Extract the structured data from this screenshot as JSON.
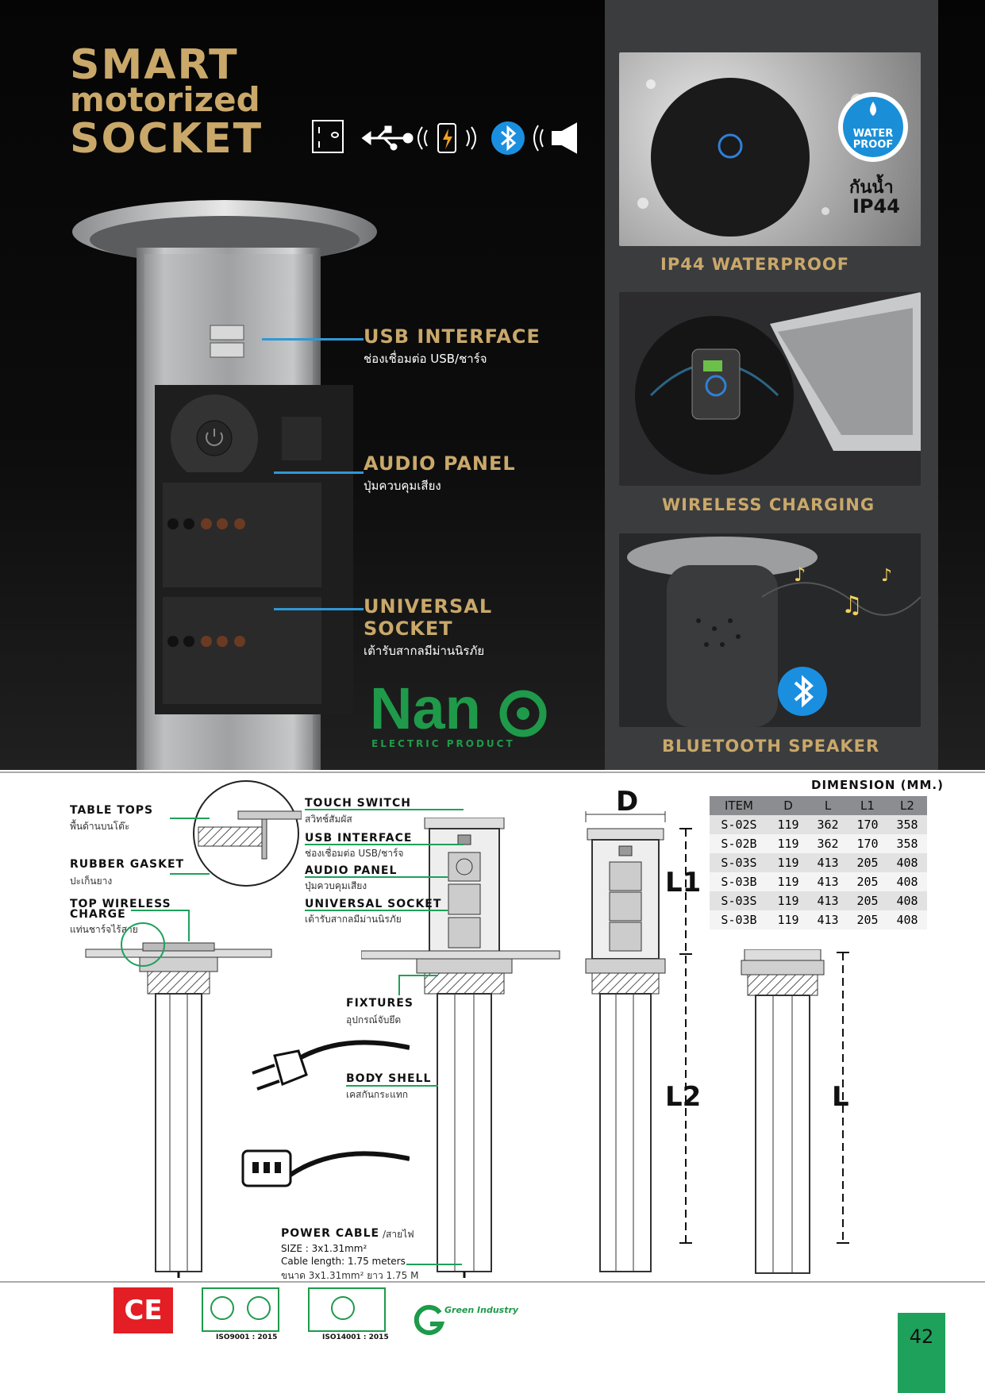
{
  "hero": {
    "title_line1": "SMART",
    "title_line2": "motorized",
    "title_line3": "SOCKET"
  },
  "features": [
    {
      "title": "USB INTERFACE",
      "subtitle": "ช่องเชื่อมต่อ USB/ชาร์จ"
    },
    {
      "title": "AUDIO PANEL",
      "subtitle": "ปุ่มควบคุมเสียง"
    },
    {
      "title_line1": "UNIVERSAL",
      "title_line2": "SOCKET",
      "subtitle": "เต้ารับสากลมีม่านนิรภัย"
    }
  ],
  "brand": {
    "name": "Nan",
    "tagline": "ELECTRIC PRODUCT",
    "color": "#1e9a4a"
  },
  "waterproof_badge": {
    "line1": "WATER",
    "line2": "PROOF",
    "thai": "กันน้ำ",
    "rating": "IP44"
  },
  "photos": {
    "cap1": "IP44 WATERPROOF",
    "cap2": "WIRELESS CHARGING",
    "cap3": "BLUETOOTH SPEAKER"
  },
  "diagram": {
    "table_tops": {
      "title": "TABLE TOPS",
      "sub": "พื้นด้านบนโต๊ะ"
    },
    "rubber_gasket": {
      "title": "RUBBER GASKET",
      "sub": "ปะเก็นยาง"
    },
    "top_wireless": {
      "title1": "TOP WIRELESS",
      "title2": "CHARGE",
      "sub": "แท่นชาร์จไร้สาย"
    },
    "touch_switch": {
      "title": "TOUCH SWITCH",
      "sub": "สวิทช์สัมผัส"
    },
    "usb": {
      "title": "USB INTERFACE",
      "sub": "ช่องเชื่อมต่อ USB/ชาร์จ"
    },
    "audio": {
      "title": "AUDIO PANEL",
      "sub": "ปุ่มควบคุมเสียง"
    },
    "universal": {
      "title": "UNIVERSAL SOCKET",
      "sub": "เต้ารับสากลมีม่านนิรภัย"
    },
    "fixtures": {
      "title": "FIXTURES",
      "sub": "อุปกรณ์จับยึด"
    },
    "body_shell": {
      "title": "BODY SHELL",
      "sub": "เคสกันกระแทก"
    },
    "power_cable": {
      "title": "POWER CABLE",
      "title_thai": "/สายไฟ",
      "size": "SIZE : 3x1.31mm²",
      "length": "Cable length: 1.75 meters",
      "thai": "ขนาด 3x1.31mm² ยาว 1.75 M"
    },
    "dim_labels": {
      "D": "D",
      "L1": "L1",
      "L2": "L2",
      "L": "L"
    }
  },
  "dimension_table": {
    "title": "DIMENSION (MM.)",
    "headers": [
      "ITEM",
      "D",
      "L",
      "L1",
      "L2"
    ],
    "rows": [
      [
        "S-02S",
        "119",
        "362",
        "170",
        "358"
      ],
      [
        "S-02B",
        "119",
        "362",
        "170",
        "358"
      ],
      [
        "S-03S",
        "119",
        "413",
        "205",
        "408"
      ],
      [
        "S-03B",
        "119",
        "413",
        "205",
        "408"
      ],
      [
        "S-03S",
        "119",
        "413",
        "205",
        "408"
      ],
      [
        "S-03B",
        "119",
        "413",
        "205",
        "408"
      ]
    ]
  },
  "certs": {
    "ce": "CE",
    "iso1": "ISO9001 : 2015",
    "iso2": "ISO14001 : 2015",
    "green": "Green Industry"
  },
  "page_number": "42"
}
